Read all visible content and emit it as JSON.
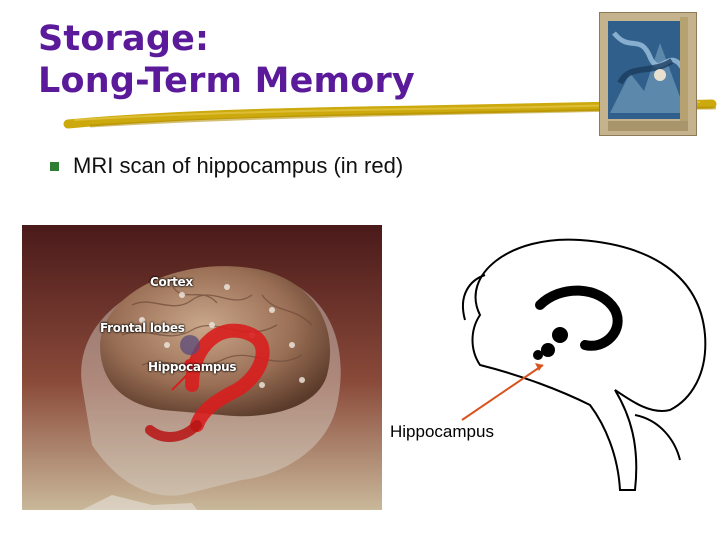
{
  "slide": {
    "title_line1": "Storage:",
    "title_line2": "Long-Term Memory",
    "bullet": "MRI scan of hippocampus (in red)",
    "mri_labels": {
      "cortex": "Cortex",
      "frontal_lobes": "Frontal lobes",
      "hippocampus": "Hippocampus"
    },
    "diagram_label": "Hippocampus"
  },
  "colors": {
    "title": "#5a1a9a",
    "underline": "#c9a400",
    "bullet_marker": "#2e7d32",
    "hippocampus_red": "#d81e1e",
    "arrow": "#d9531e"
  },
  "icons": {
    "bullet": "square-bullet-icon",
    "arrow": "pointer-arrow-icon"
  }
}
